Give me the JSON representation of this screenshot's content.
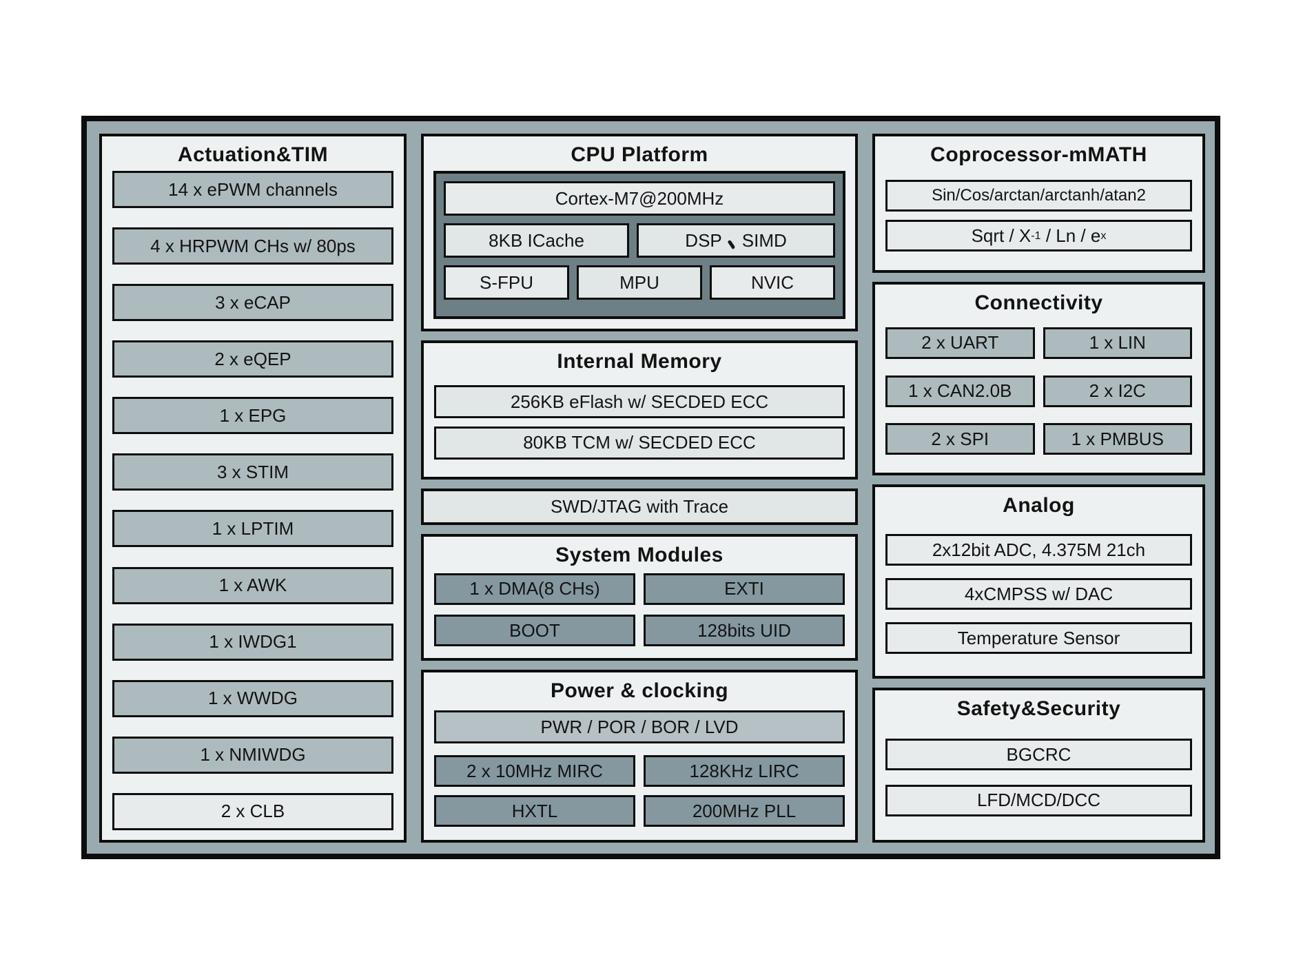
{
  "colors": {
    "frame_border": "#0d0d0d",
    "frame_background": "#9aabaf",
    "panel_background": "#eef1f1",
    "box_gray": "#aebbbe",
    "box_dark": "#8598a0",
    "box_light": "#e7ebec",
    "box_mid": "#b5c1c4",
    "cpu_inner_background": "#6d8086"
  },
  "actuation": {
    "title": "Actuation&TIM",
    "items": [
      "14 x ePWM channels",
      "4 x HRPWM CHs w/ 80ps",
      "3 x eCAP",
      "2 x eQEP",
      "1 x EPG",
      "3 x STIM",
      "1 x LPTIM",
      "1 x AWK",
      "1 x IWDG1",
      "1 x WWDG",
      "1 x NMIWDG",
      "2 x CLB"
    ]
  },
  "cpu": {
    "title": "CPU Platform",
    "core": "Cortex-M7@200MHz",
    "icache": "8KB ICache",
    "dsp": {
      "left": "DSP",
      "comma": "、",
      "right": "SIMD"
    },
    "fpu": "S-FPU",
    "mpu": "MPU",
    "nvic": "NVIC"
  },
  "memory": {
    "title": "Internal Memory",
    "items": [
      "256KB eFlash w/ SECDED ECC",
      "80KB TCM w/ SECDED ECC"
    ]
  },
  "debug": {
    "label": "SWD/JTAG with Trace"
  },
  "system": {
    "title": "System Modules",
    "items": [
      "1 x DMA(8 CHs)",
      "EXTI",
      "BOOT",
      "128bits UID"
    ]
  },
  "power": {
    "title": "Power & clocking",
    "bar": "PWR / POR / BOR / LVD",
    "items": [
      "2 x 10MHz MIRC",
      "128KHz LIRC",
      "HXTL",
      "200MHz PLL"
    ]
  },
  "math": {
    "title": "Coprocessor-mMATH",
    "fn1": "Sin/Cos/arctan/arctanh/atan2",
    "fn2": {
      "p1": "Sqrt / X",
      "sup1": "-1",
      "p2": " / Ln / e",
      "sup2": "x"
    }
  },
  "connectivity": {
    "title": "Connectivity",
    "items": [
      "2 x UART",
      "1 x LIN",
      "1 x CAN2.0B",
      "2 x I2C",
      "2 x SPI",
      "1 x PMBUS"
    ]
  },
  "analog": {
    "title": "Analog",
    "items": [
      "2x12bit ADC, 4.375M 21ch",
      "4xCMPSS w/ DAC",
      "Temperature Sensor"
    ]
  },
  "safety": {
    "title": "Safety&Security",
    "items": [
      "BGCRC",
      "LFD/MCD/DCC"
    ]
  }
}
